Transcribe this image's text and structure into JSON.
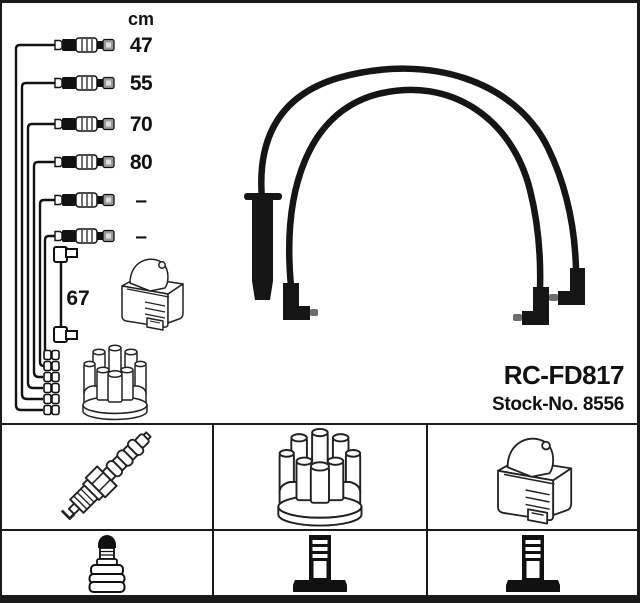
{
  "colors": {
    "ink": "#111111",
    "line_art": "#222222",
    "wire_black": "#151515",
    "frame": "#1a1a1a"
  },
  "unit_header": {
    "label": "cm"
  },
  "cables": {
    "rows": [
      {
        "length_cm": "47"
      },
      {
        "length_cm": "55"
      },
      {
        "length_cm": "70"
      },
      {
        "length_cm": "80"
      },
      {
        "length_cm": "–"
      },
      {
        "length_cm": "–"
      }
    ],
    "coil_cable": {
      "length_cm": "67"
    }
  },
  "product": {
    "part_number": "RC-FD817",
    "stock_number": "Stock-No. 8556"
  },
  "legend": {
    "top_row_icons": [
      "spark-plug",
      "distributor-cap",
      "ignition-coil"
    ],
    "bottom_row_icons": [
      "plug-terminal",
      "din-terminal",
      "din-terminal"
    ]
  }
}
